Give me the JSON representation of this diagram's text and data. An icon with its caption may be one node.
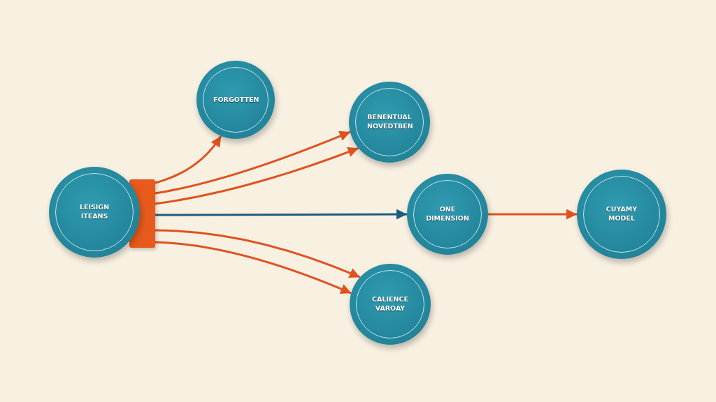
{
  "diagram": {
    "nodes": [
      {
        "text": [
          "LEISIGN ITEANS"
        ]
      },
      {
        "text": [],
        "shape": "bar"
      },
      {
        "text": [
          "FORGOTTEN"
        ]
      },
      {
        "text": [
          "BENENTUAL NOVEDTBEN"
        ]
      },
      {
        "text": [
          "ONE DIMENSION"
        ]
      },
      {
        "text": [
          "CUYAMY MODEL"
        ]
      },
      {
        "text": [
          "CALIENCE VAROAY"
        ]
      }
    ],
    "edges": [
      {
        "from": 1,
        "to": 2,
        "arrow": "to"
      },
      {
        "from": 1,
        "to": 3,
        "arrow": "to"
      },
      {
        "from": 1,
        "to": 3,
        "arrow": "to"
      },
      {
        "from": 1,
        "to": 4,
        "arrow": "to",
        "color": "#1d5c80"
      },
      {
        "from": 1,
        "to": 6,
        "arrow": "to"
      },
      {
        "from": 1,
        "to": 6,
        "arrow": "to"
      },
      {
        "from": 4,
        "to": 5,
        "arrow": "to"
      }
    ]
  }
}
